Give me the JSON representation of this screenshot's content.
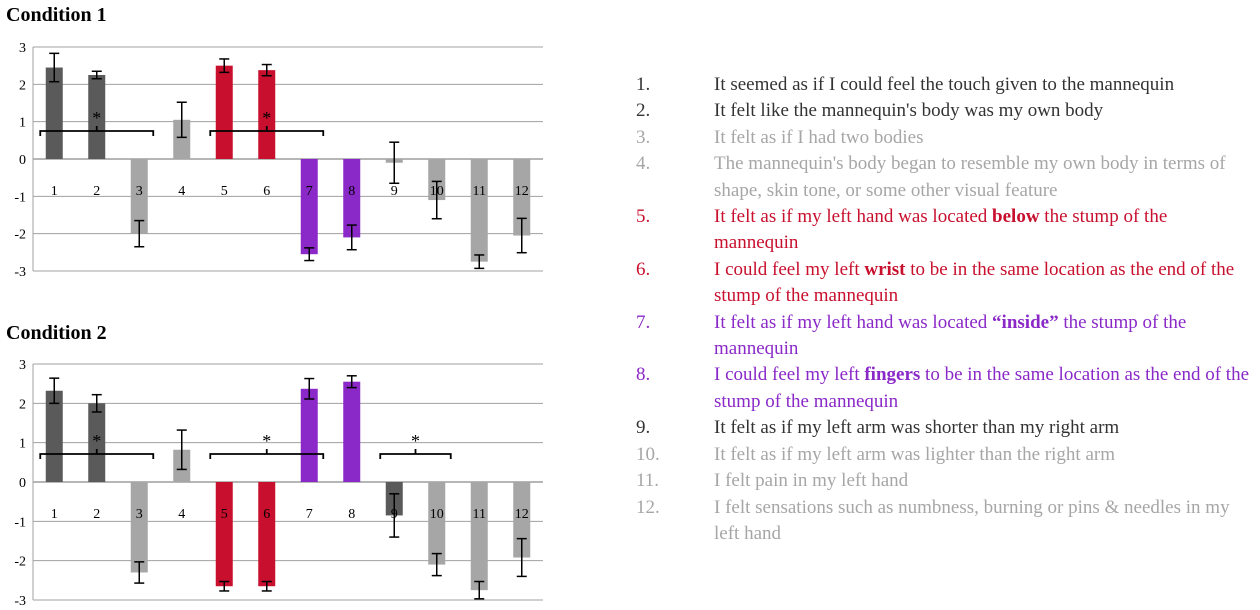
{
  "colors": {
    "dark": "#5a5a5a",
    "light": "#a6a6a6",
    "red": "#c8102e",
    "purple": "#8a28c8",
    "grid": "#a0a0a0",
    "text_dark": "#333333",
    "text_light": "#a6a6a6"
  },
  "chart_data": [
    {
      "type": "bar",
      "title": "Condition 1",
      "categories": [
        "1",
        "2",
        "3",
        "4",
        "5",
        "6",
        "7",
        "8",
        "9",
        "10",
        "11",
        "12"
      ],
      "values": [
        2.45,
        2.25,
        -2.0,
        1.05,
        2.5,
        2.38,
        -2.55,
        -2.1,
        -0.1,
        -1.1,
        -2.75,
        -2.05
      ],
      "errors": [
        0.38,
        0.1,
        0.35,
        0.47,
        0.18,
        0.15,
        0.17,
        0.33,
        0.55,
        0.5,
        0.18,
        0.46
      ],
      "colors": [
        "dark",
        "dark",
        "light",
        "light",
        "red",
        "red",
        "purple",
        "purple",
        "light",
        "light",
        "light",
        "light"
      ],
      "y_ticks": [
        "3",
        "2",
        "1",
        "0",
        "-1",
        "-2",
        "-3"
      ],
      "ylim": [
        -3,
        3
      ],
      "grid": true,
      "significance": [
        {
          "from": 1,
          "to": 3,
          "label": "*"
        },
        {
          "from": 5,
          "to": 7,
          "label": "*"
        }
      ]
    },
    {
      "type": "bar",
      "title": "Condition 2",
      "categories": [
        "1",
        "2",
        "3",
        "4",
        "5",
        "6",
        "7",
        "8",
        "9",
        "10",
        "11",
        "12"
      ],
      "values": [
        2.32,
        2.0,
        -2.3,
        0.82,
        -2.65,
        -2.65,
        2.37,
        2.55,
        -0.85,
        -2.1,
        -2.75,
        -1.92
      ],
      "errors": [
        0.32,
        0.22,
        0.27,
        0.5,
        0.12,
        0.12,
        0.26,
        0.15,
        0.55,
        0.28,
        0.22,
        0.48
      ],
      "colors": [
        "dark",
        "dark",
        "light",
        "light",
        "red",
        "red",
        "purple",
        "purple",
        "dark",
        "light",
        "light",
        "light"
      ],
      "y_ticks": [
        "3",
        "2",
        "1",
        "0",
        "-1",
        "-2",
        "-3"
      ],
      "ylim": [
        -3,
        3
      ],
      "grid": true,
      "significance": [
        {
          "from": 1,
          "to": 3,
          "label": "*"
        },
        {
          "from": 5,
          "to": 7,
          "label": "*"
        },
        {
          "from": 9,
          "to": 10,
          "label": "*"
        }
      ]
    }
  ],
  "legend": [
    {
      "num": "1.",
      "text": "It seemed as if I could feel the touch given to the mannequin",
      "color": "dark"
    },
    {
      "num": "2.",
      "text": "It felt like the mannequin's body was my own body",
      "color": "dark"
    },
    {
      "num": "3.",
      "text": "It felt as if I had two bodies",
      "color": "light"
    },
    {
      "num": "4.",
      "text": "The mannequin's body began to resemble my own body in terms of shape, skin tone, or some other visual feature",
      "color": "light"
    },
    {
      "num": "5.",
      "pre": "It felt as if my left hand was located ",
      "bold": "below",
      "post": " the stump of the mannequin",
      "color": "red"
    },
    {
      "num": "6.",
      "pre": "I could feel my left ",
      "bold": "wrist",
      "post": " to be in the same location as the end of the stump of the mannequin",
      "color": "red"
    },
    {
      "num": "7.",
      "pre": "It felt as if my left hand was located ",
      "bold": "“inside”",
      "post": " the stump of the mannequin",
      "color": "purple"
    },
    {
      "num": "8.",
      "pre": "I could feel my left ",
      "bold": "fingers",
      "post": " to be in the same location as the end of the stump of the mannequin",
      "color": "purple"
    },
    {
      "num": "9.",
      "text": "It felt as if my left arm was shorter than my right arm",
      "color": "dark"
    },
    {
      "num": "10.",
      "text": "It felt as if my left arm was lighter than the right arm",
      "color": "light"
    },
    {
      "num": "11.",
      "text": "I felt pain in my left hand",
      "color": "light"
    },
    {
      "num": "12.",
      "text": "I felt sensations such as numbness, burning or pins & needles in my left hand",
      "color": "light"
    }
  ]
}
